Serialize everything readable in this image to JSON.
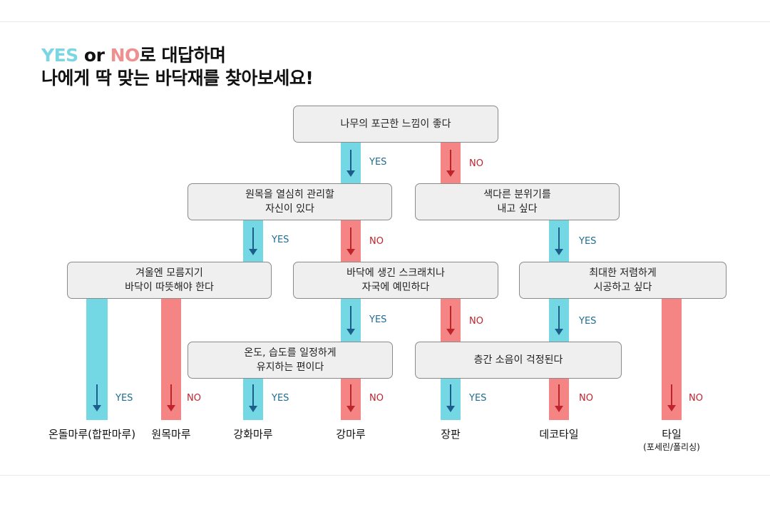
{
  "title": {
    "yes": "YES",
    "or": " or ",
    "no": "NO",
    "line1_rest": "로 대답하며",
    "line2": "나에게 딱 맞는 바닥재를 찾아보세요!"
  },
  "labels": {
    "yes": "YES",
    "no": "NO"
  },
  "nodes": {
    "q1": "나무의 포근한 느낌이 좋다",
    "q2": "원목을 열심히 관리할\n자신이 있다",
    "q3": "색다른 분위기를\n내고 싶다",
    "q4": "겨울엔 모름지기\n바닥이 따뜻해야 한다",
    "q5": "바닥에 생긴 스크래치나\n자국에 예민하다",
    "q6": "최대한 저렴하게\n시공하고 싶다",
    "q7": "온도, 습도를 일정하게\n유지하는 편이다",
    "q8": "층간 소음이 걱정된다"
  },
  "results": {
    "r1": "온돌마루(합판마루)",
    "r2": "원목마루",
    "r3": "강화마루",
    "r4": "강마루",
    "r5": "장판",
    "r6": "데코타일",
    "r7": "타일",
    "r7_sub": "(포세린/폴리싱)"
  },
  "colors": {
    "yes": "#74d8e4",
    "no": "#f58585",
    "yes_text": "#1f6c92",
    "no_text": "#c0242b"
  }
}
